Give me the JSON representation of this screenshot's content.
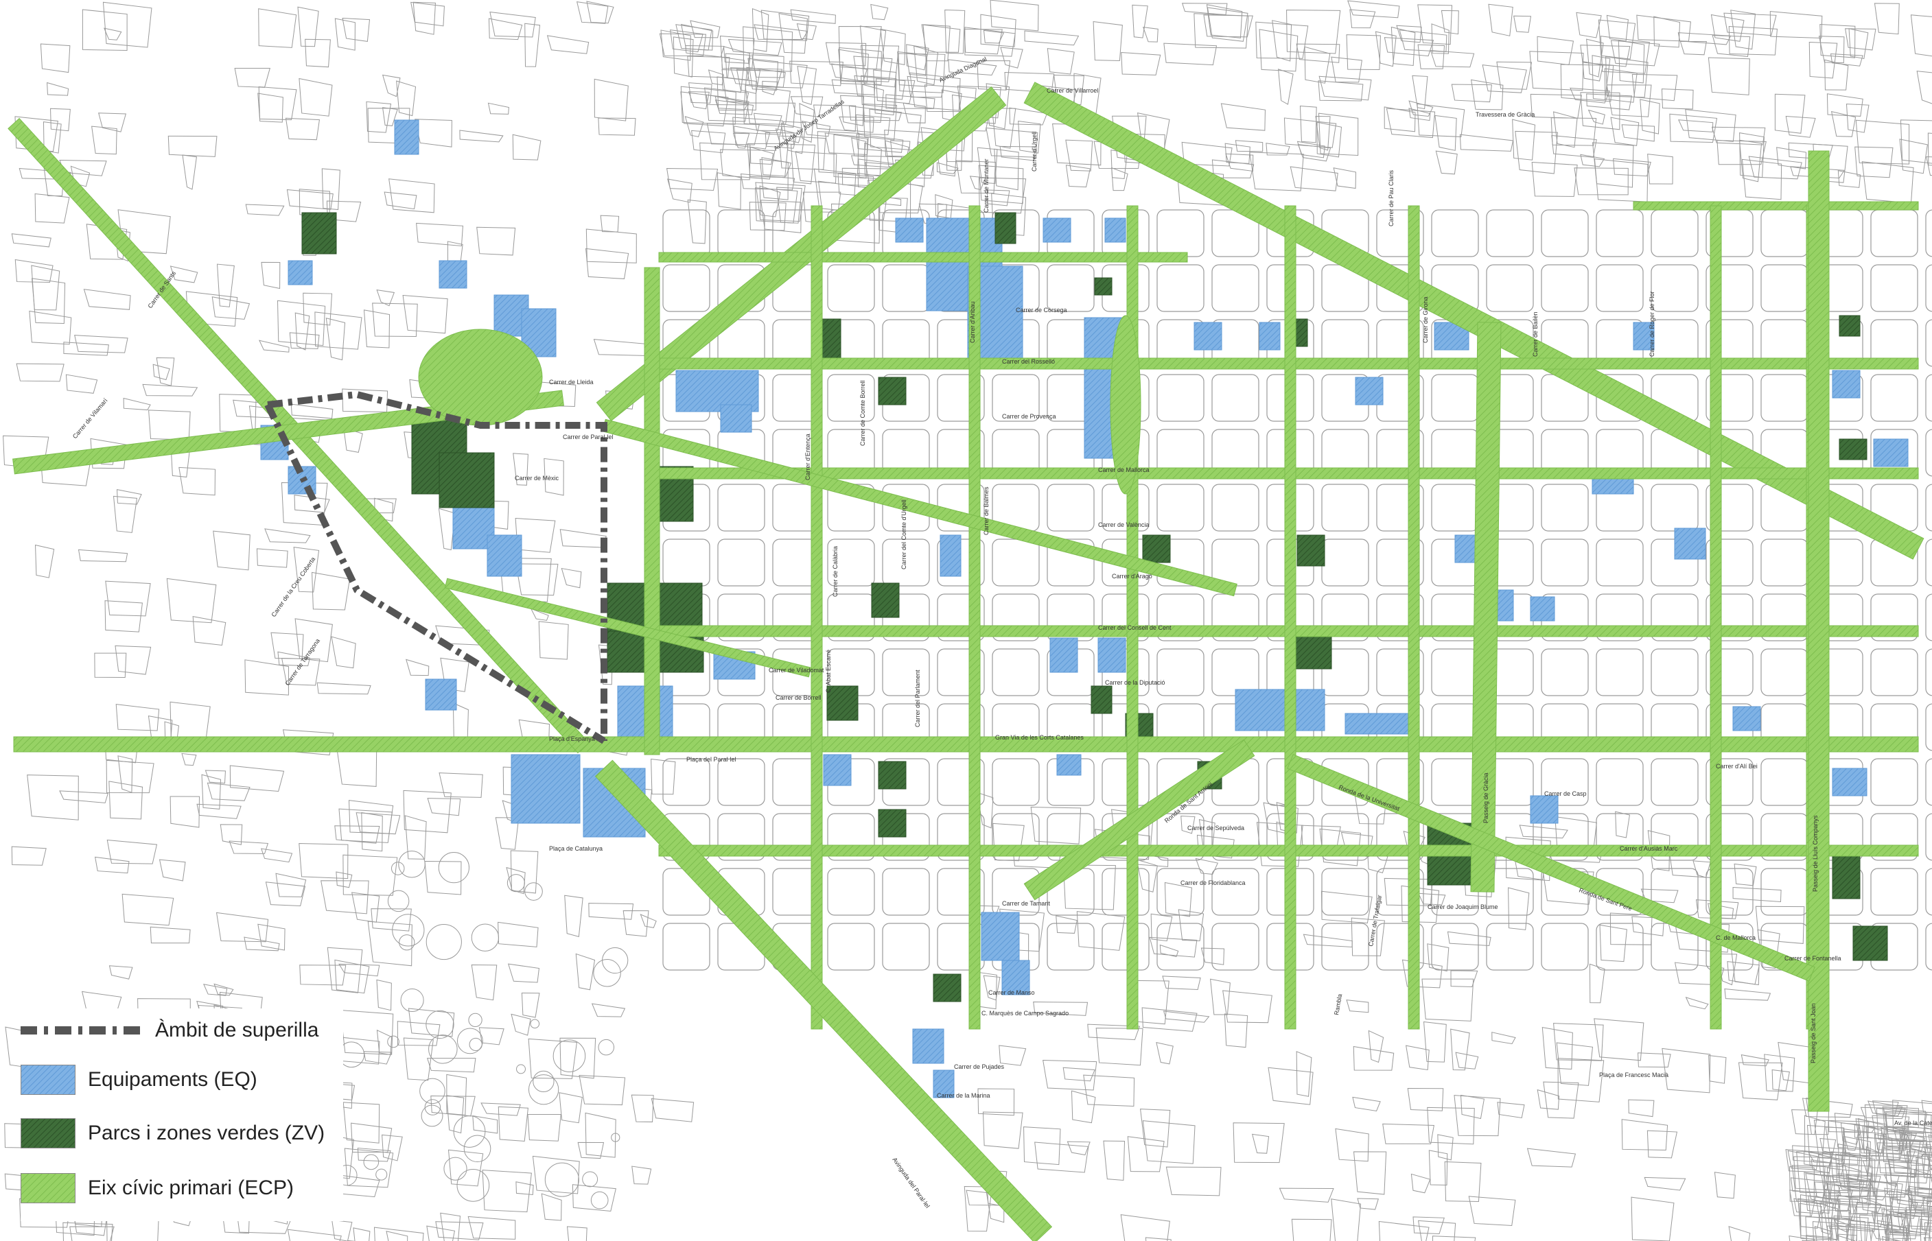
{
  "map": {
    "colors": {
      "background": "#ffffff",
      "street_lines": "#9a9a9a",
      "equipaments": "#7fb2e5",
      "parcs": "#3f6e3a",
      "eix_civic": "#97d265",
      "superilla_boundary": "#555555"
    },
    "icon": "city-map-superilla",
    "street_labels": [
      "Avinguda Diagonal",
      "Gran Via de les Corts Catalanes",
      "Carrer d'Aragó",
      "Carrer del Consell de Cent",
      "Carrer de la Diputació",
      "Carrer de Mallorca",
      "Carrer de Provença",
      "Carrer del Rosselló",
      "Carrer de València",
      "Carrer de Còrsega",
      "Passeig de Gràcia",
      "Passeig de Sant Joan",
      "Passeig de Lluís Companys",
      "Avinguda del Paral·lel",
      "Ronda de Sant Antoni",
      "Ronda de la Universitat",
      "Ronda de Sant Pere",
      "Plaça d'Espanya",
      "Plaça del Paral·lel",
      "Rambla",
      "Travessera de Gràcia",
      "Avinguda de Josep Tarradellas",
      "Carrer de Tarragona",
      "Carrer de Sepúlveda",
      "Carrer de Floridablanca",
      "Carrer de Manso",
      "Carrer de Tamarit",
      "Carrer d'Urgell",
      "Carrer de Muntaner",
      "Carrer d'Aribau",
      "Carrer de Balmes",
      "Carrer de Girona",
      "Carrer de Bailèn",
      "Carrer de Roger de Flor",
      "Carrer de Pau Claris",
      "Carrer de Casp",
      "Carrer d'Ausiàs Marc",
      "Carrer d'Alí Bei",
      "Carrer de la Creu Coberta",
      "Carrer de Sants",
      "Carrer de Vilamarí",
      "Carrer de Comte Borrell",
      "Carrer d'Entença",
      "Carrer de Calàbria",
      "Carrer del Comte d'Urgell",
      "Carrer de Villarroel",
      "Plaça de Francesc Macià",
      "Av. de la Catedral",
      "Carrer de Joaquim Blume",
      "Carrer de Fontanella",
      "Carrer de Trafalgar",
      "C. de Mallorca",
      "Carrer de Pujades",
      "Carrer de la Marina",
      "C. Marquès de Campo Sagrado",
      "C. Abat Escarré",
      "Carrer del Parlament",
      "Carrer de Viladomat",
      "Carrer de Borrell",
      "Carrer de Mèxic",
      "Carrer de Lleida",
      "Carrer de Paral·lel",
      "Plaça de Catalunya"
    ]
  },
  "legend": {
    "items": [
      {
        "label": "Àmbit de superilla",
        "icon": "dashed-boundary-line"
      },
      {
        "label": "Equipaments (EQ)",
        "icon": "blue-hatched-swatch"
      },
      {
        "label": "Parcs i zones verdes (ZV)",
        "icon": "dark-green-hatched-swatch"
      },
      {
        "label": "Eix cívic primari (ECP)",
        "icon": "light-green-hatched-swatch"
      }
    ]
  }
}
